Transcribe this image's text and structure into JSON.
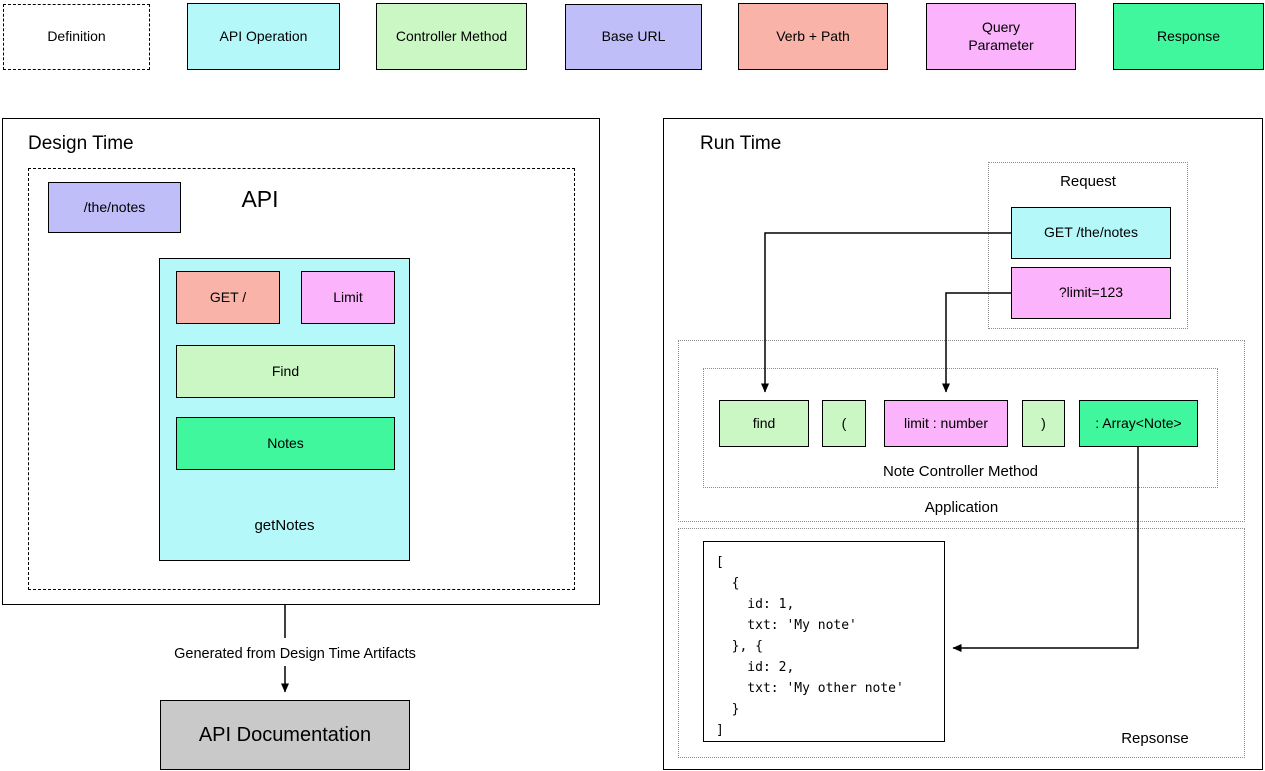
{
  "legend": {
    "items": [
      {
        "label": "Definition"
      },
      {
        "label": "API Operation"
      },
      {
        "label": "Controller Method"
      },
      {
        "label": "Base URL"
      },
      {
        "label": "Verb + Path"
      },
      {
        "label": "Query Parameter"
      },
      {
        "label": "Response"
      }
    ]
  },
  "design_time": {
    "title": "Design Time",
    "api_group_label": "API",
    "base_url": "/the/notes",
    "operation": {
      "verb_path": "GET /",
      "query_parameter": "Limit",
      "controller_method": "Find",
      "response": "Notes",
      "name": "getNotes"
    },
    "arrow_label": "Generated from Design Time Artifacts",
    "output_label": "API Documentation"
  },
  "run_time": {
    "title": "Run Time",
    "request": {
      "label": "Request",
      "verb_path": "GET /the/notes",
      "query_parameter": "?limit=123"
    },
    "application": {
      "label": "Application",
      "controller": {
        "label": "Note Controller Method",
        "tokens": [
          {
            "text": "find"
          },
          {
            "text": "("
          },
          {
            "text": "limit : number"
          },
          {
            "text": ")"
          },
          {
            "text": ": Array<Note>"
          }
        ]
      }
    },
    "response": {
      "label": "Repsonse",
      "code": "[\n  {\n    id: 1,\n    txt: 'My note'\n  }, {\n    id: 2,\n    txt: 'My other note'\n  }\n]"
    }
  },
  "colors": {
    "definition": "#FFFFFF",
    "api_operation": "#B5F8FA",
    "controller_method": "#CAF7C4",
    "base_url": "#BFBEF9",
    "verb_path": "#F9B3A9",
    "query_parameter": "#FBB3FB",
    "response": "#40F79D",
    "documentation_fill": "#C9C9C9",
    "line": "#000000"
  }
}
